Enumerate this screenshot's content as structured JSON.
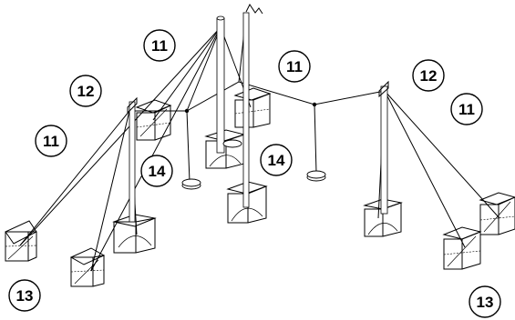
{
  "callouts": [
    "11",
    "11",
    "11",
    "11",
    "12",
    "12",
    "13",
    "13",
    "14",
    "14"
  ]
}
